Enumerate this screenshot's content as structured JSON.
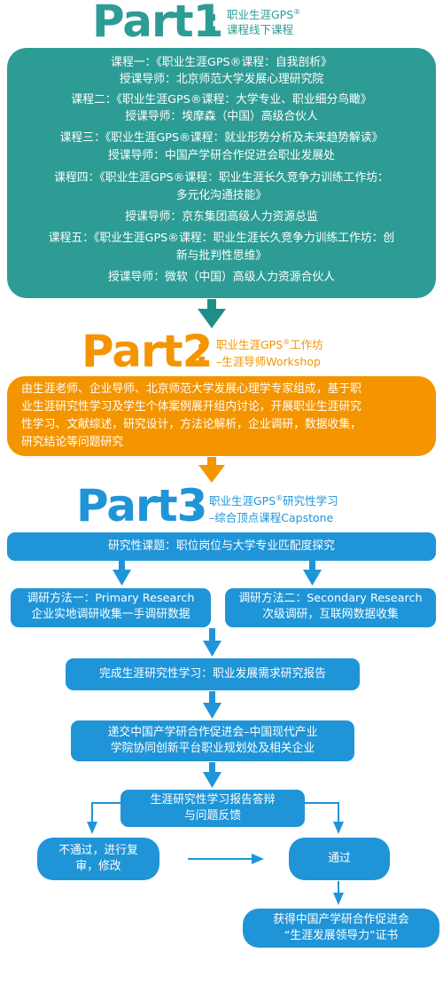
{
  "part1": {
    "word": "Part1",
    "colon": ":",
    "sub1": "职业生涯GPS",
    "sub1_reg": "®",
    "sub2": "课程线下课程",
    "lines": [
      "课程一：《职业生涯GPS®课程：自我剖析》",
      "授课导师：北京师范大学发展心理研究院",
      "课程二：《职业生涯GPS®课程：大学专业、职业细分鸟瞰》",
      "授课导师：埃摩森（中国）高级合伙人",
      "课程三：《职业生涯GPS®课程：就业形势分析及未来趋势解读》",
      "授课导师：中国产学研合作促进会职业发展处",
      "课程四：《职业生涯GPS®课程：职业生涯长久竞争力训练工作坊：",
      "多元化沟通技能》",
      "授课导师：京东集团高级人力资源总监",
      "课程五：《职业生涯GPS®课程：职业生涯长久竞争力训练工作坊：创",
      "新与批判性思维》",
      "授课导师：微软（中国）高级人力资源合伙人"
    ]
  },
  "part2": {
    "word": "Part2",
    "colon": ":",
    "sub1": "职业生涯GPS",
    "sub1_reg": "®",
    "sub1_tail": "工作坊",
    "sub2": "–生涯导师Workshop",
    "lines": [
      "由生涯老师、企业导师、北京师范大学发展心理学专家组成，基于职",
      "业生涯研究性学习及学生个体案例展开组内讨论，开展职业生涯研究",
      "性学习、文献综述，研究设计，方法论解析，企业调研，数据收集，",
      "研究结论等问题研究"
    ]
  },
  "part3": {
    "word": "Part3",
    "colon": ":",
    "sub1": "职业生涯GPS",
    "sub1_reg": "®",
    "sub1_tail": "研究性学习",
    "sub2": "–综合顶点课程Capstone"
  },
  "flow": {
    "topic": "研究性课题：职位岗位与大学专业匹配度探究",
    "method1_a": "调研方法一：Primary Research",
    "method1_b": "企业实地调研收集一手调研数据",
    "method2_a": "调研方法二：Secondary Research",
    "method2_b": "次级调研，互联网数据收集",
    "complete": "完成生涯研究性学习：职业发展需求研究报告",
    "submit_a": "递交中国产学研合作促进会–中国现代产业",
    "submit_b": "学院协同创新平台职业规划处及相关企业",
    "defense_a": "生涯研究性学习报告答辩",
    "defense_b": "与问题反馈",
    "fail_a": "不通过，进行复",
    "fail_b": "审，修改",
    "pass": "通过",
    "cert_a": "获得中国产学研合作促进会",
    "cert_b": "“生涯发展领导力”证书"
  },
  "colors": {
    "teal": "#2d9c94",
    "orange": "#f49500",
    "blue": "#1f95d8",
    "arrow_teal": "#1e8f87",
    "arrow_orange": "#f49500",
    "arrow_blue": "#1f95d8"
  }
}
